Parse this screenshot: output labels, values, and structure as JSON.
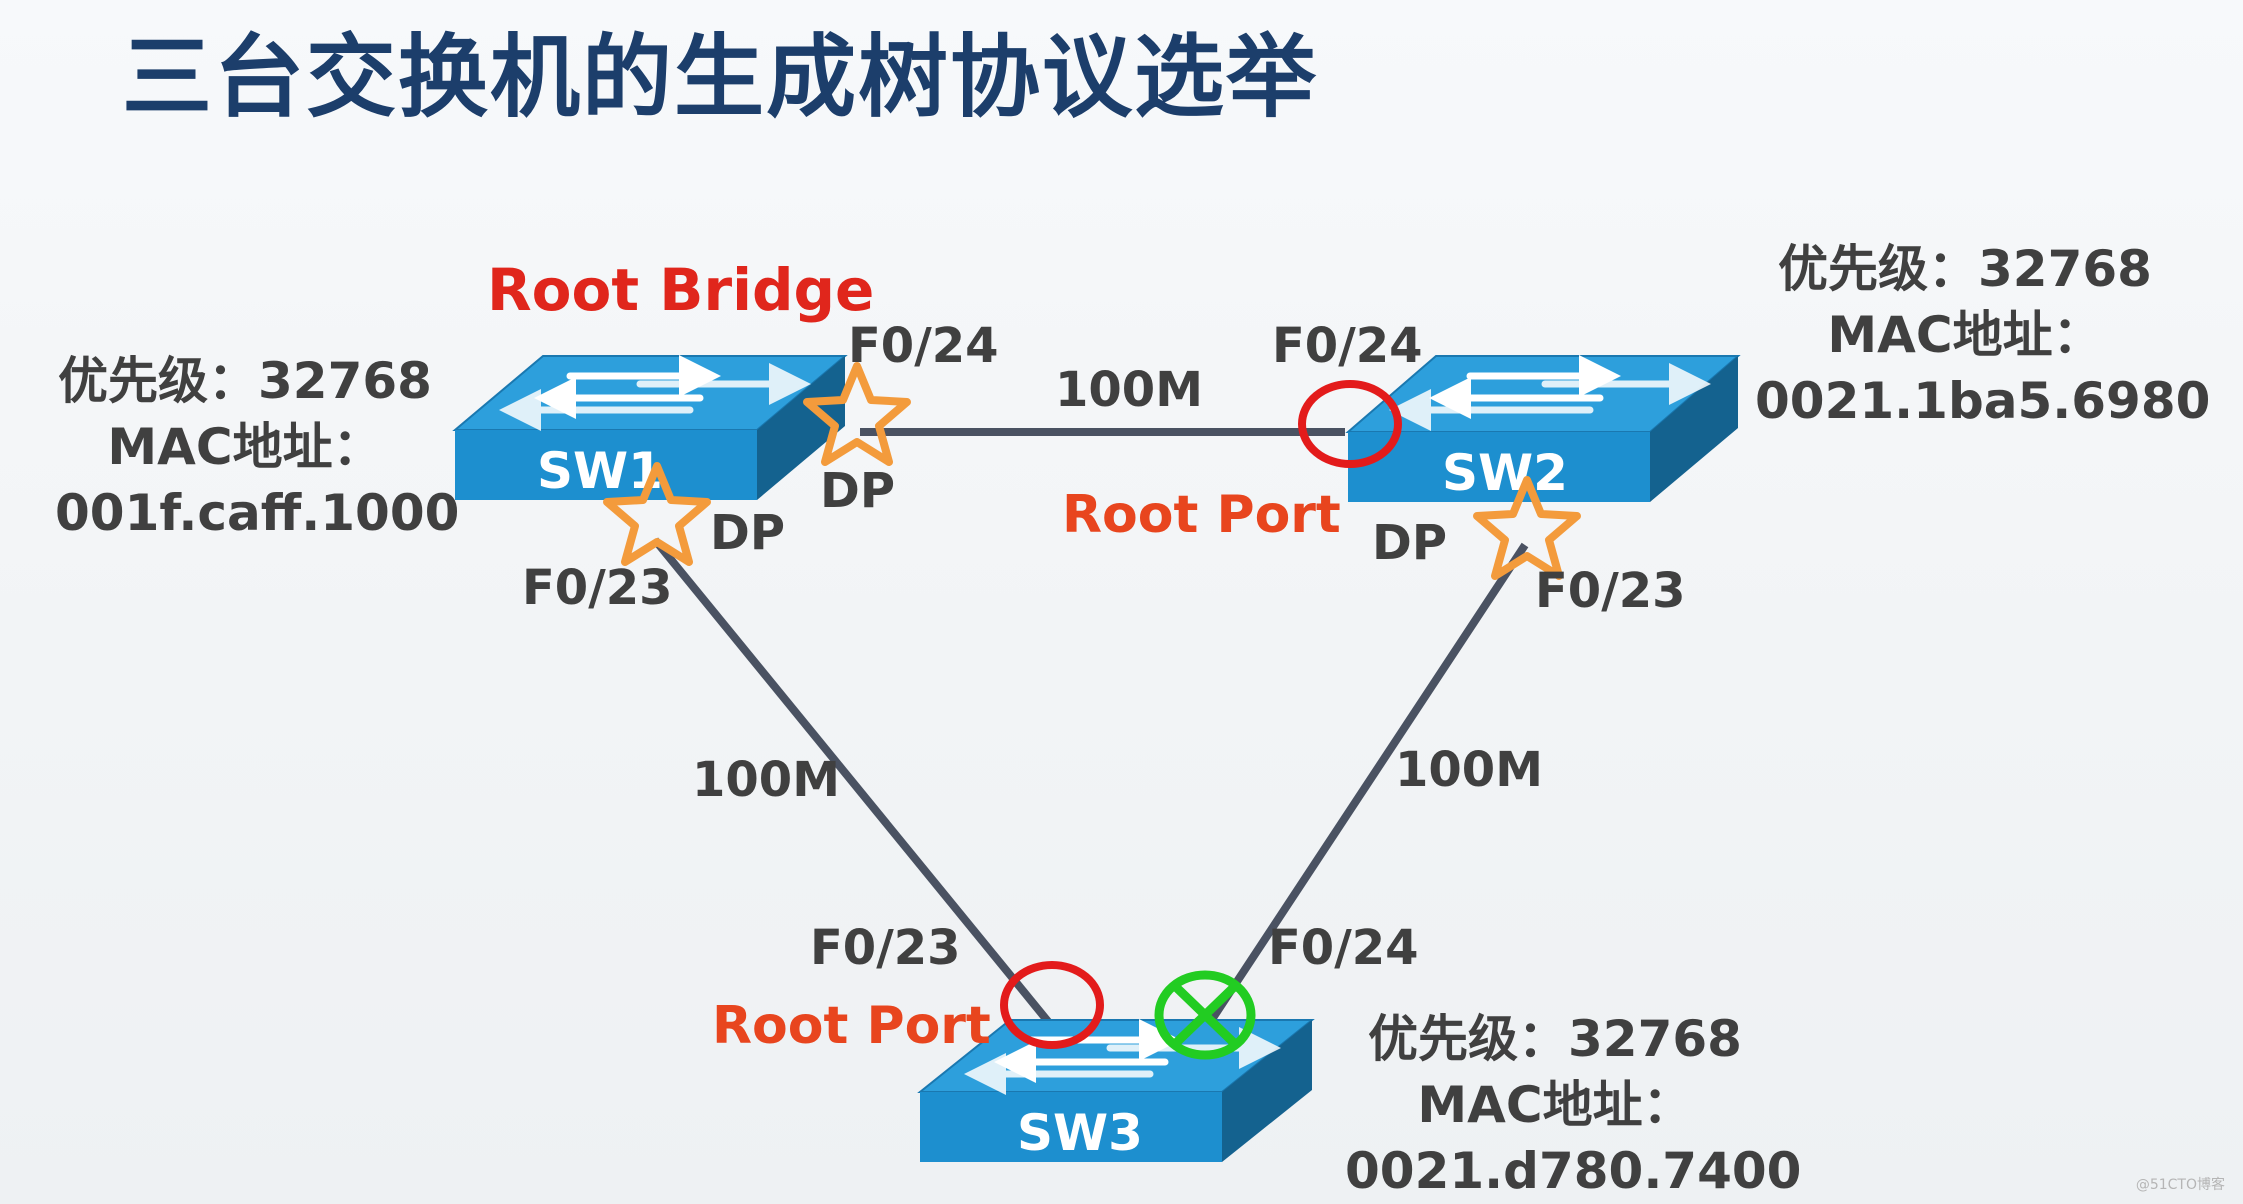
{
  "title": "三台交换机的生成树协议选举",
  "root_bridge_label": "Root Bridge",
  "switches": {
    "sw1": {
      "name": "SW1",
      "priority": "优先级：32768",
      "mac_label": "MAC地址：",
      "mac": "001f.caff.1000"
    },
    "sw2": {
      "name": "SW2",
      "priority": "优先级：32768",
      "mac_label": "MAC地址：",
      "mac": "0021.1ba5.6980"
    },
    "sw3": {
      "name": "SW3",
      "priority": "优先级：32768",
      "mac_label": "MAC地址：",
      "mac": "0021.d780.7400"
    }
  },
  "links": {
    "sw1_sw2": {
      "speed": "100M",
      "sw1_port": "F0/24",
      "sw1_role": "DP",
      "sw2_port": "F0/24",
      "sw2_role": "Root Port"
    },
    "sw1_sw3": {
      "speed": "100M",
      "sw1_port": "F0/23",
      "sw1_role": "DP",
      "sw3_port": "F0/23",
      "sw3_role": "Root Port"
    },
    "sw2_sw3": {
      "speed": "100M",
      "sw2_port": "F0/23",
      "sw2_role": "DP",
      "sw3_port": "F0/24"
    }
  },
  "legend_symbols": {
    "designated_port": "star-icon",
    "root_port": "circle-icon",
    "blocked_port": "crossed-circle-icon"
  },
  "colors": {
    "title": "#1c3e6b",
    "switch_top": "#2d9fdc",
    "switch_front": "#1d8fcf",
    "switch_side": "#14628f",
    "link": "#4a5262",
    "star": "#f39b3c",
    "root_port_circle": "#e31b1b",
    "blocked_port": "#22cc22",
    "root_bridge_text": "#e0261c",
    "root_port_text": "#e8451e"
  },
  "watermark": "@51CTO博客"
}
